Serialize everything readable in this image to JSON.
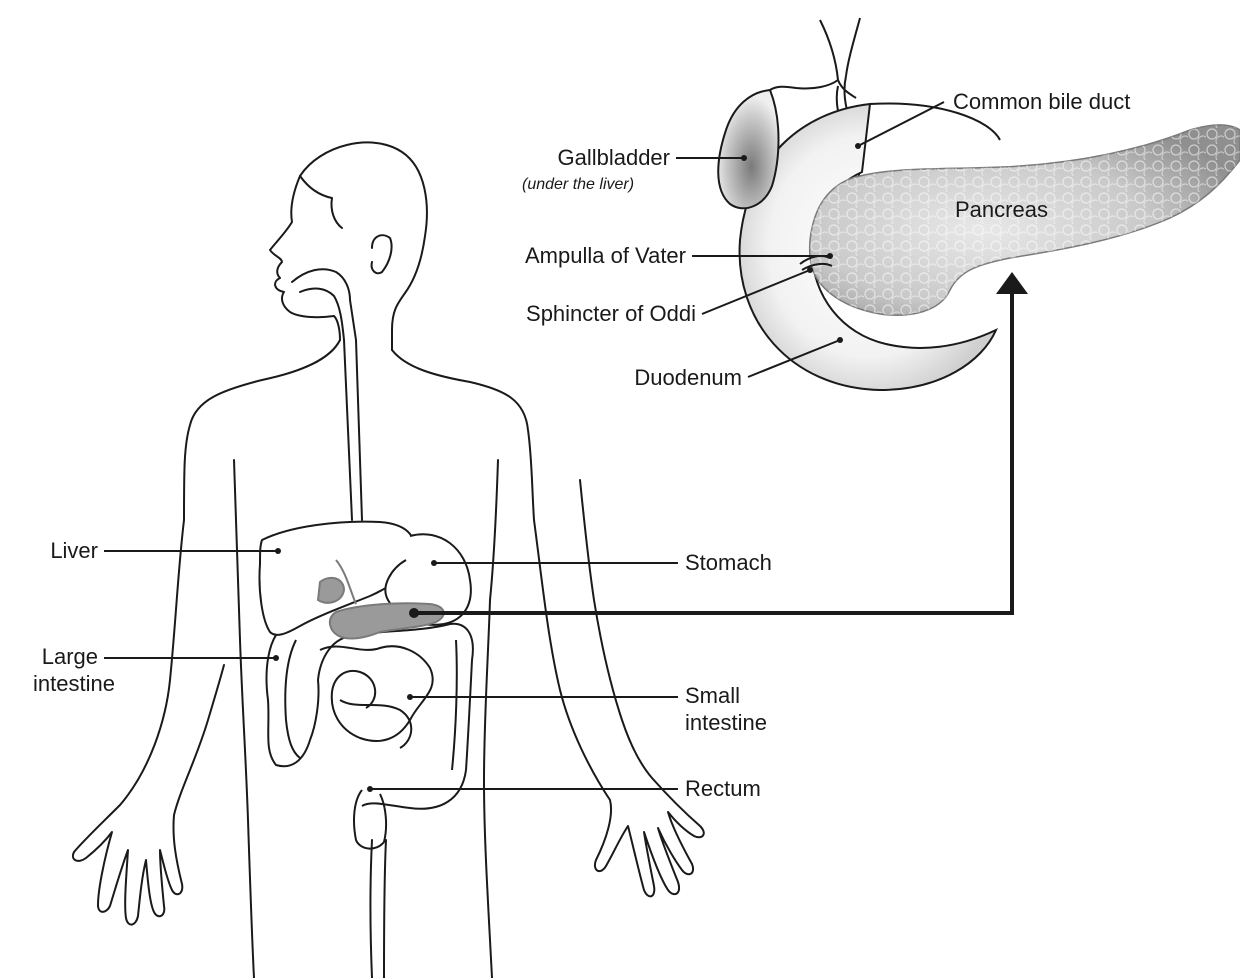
{
  "labels": {
    "gallbladder": "Gallbladder",
    "gallbladder_note": "(under the liver)",
    "common_bile_duct": "Common bile duct",
    "pancreas": "Pancreas",
    "ampulla": "Ampulla of Vater",
    "sphincter": "Sphincter of Oddi",
    "duodenum": "Duodenum",
    "liver": "Liver",
    "stomach": "Stomach",
    "large_intestine_1": "Large",
    "large_intestine_2": "intestine",
    "small_intestine_1": "Small",
    "small_intestine_2": "intestine",
    "rectum": "Rectum"
  },
  "colors": {
    "line": "#1a1a1a",
    "pancreas_fill": "#b5b5b5",
    "pancreas_highlight": "#9a9a9a",
    "organ_shade": "#8e8e8e"
  }
}
